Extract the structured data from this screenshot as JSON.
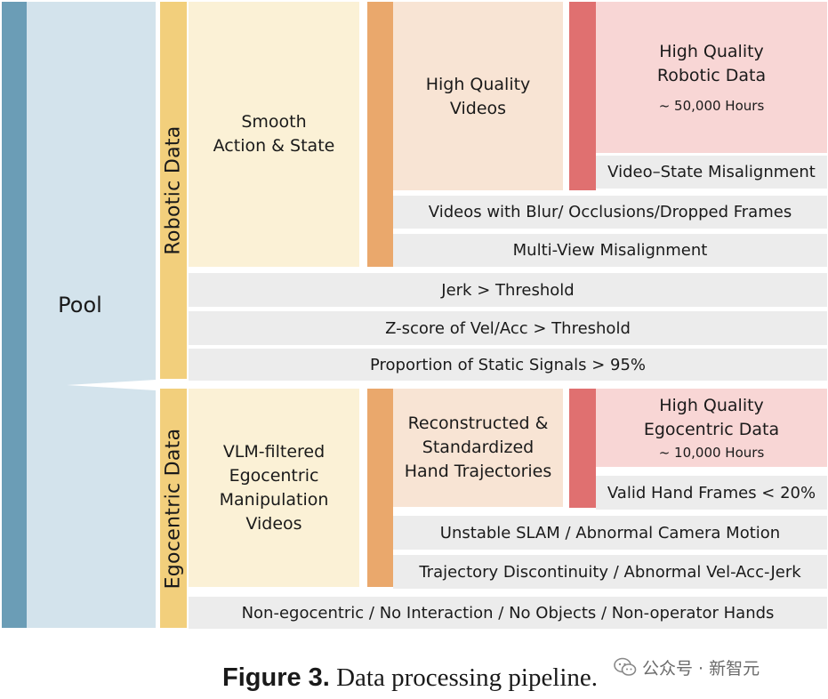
{
  "pool_label": "Pool",
  "robotic": {
    "section_label": "Robotic Data",
    "stage1": "Smooth\nAction & State",
    "stage2": "High Quality\nVideos",
    "output_title": "High Quality\nRobotic Data",
    "output_hours": "~ 50,000 Hours",
    "filters": [
      "Video–State Misalignment",
      "Videos with Blur/ Occlusions/Dropped Frames",
      "Multi-View Misalignment",
      "Jerk > Threshold",
      "Z-score of Vel/Acc > Threshold",
      "Proportion of Static Signals > 95%"
    ]
  },
  "egocentric": {
    "section_label": "Egocentric Data",
    "stage1": "VLM-filtered\nEgocentric\nManipulation\nVideos",
    "stage2": "Reconstructed &\nStandardized\nHand Trajectories",
    "output_title": "High Quality\nEgocentric Data",
    "output_hours": "~ 10,000 Hours",
    "filters": [
      "Valid Hand Frames < 20%",
      "Unstable SLAM / Abnormal Camera Motion",
      "Trajectory Discontinuity / Abnormal Vel-Acc-Jerk",
      "Non-egocentric / No Interaction / No Objects / Non-operator Hands"
    ]
  },
  "caption": {
    "label": "Figure 3.",
    "text": " Data processing pipeline."
  },
  "watermark": "公众号 · 新智元",
  "colors": {
    "pool_dark": "#6b9db6",
    "pool_light": "#d3e3ec",
    "section_yellow": "#f2cf7c",
    "stage1_fill": "#fbf1d6",
    "stage2_orange": "#eaa86c",
    "stage2_fill": "#f8e4d4",
    "output_red": "#e07070",
    "output_fill": "#f8d6d5",
    "filter_gray": "#ececec"
  }
}
